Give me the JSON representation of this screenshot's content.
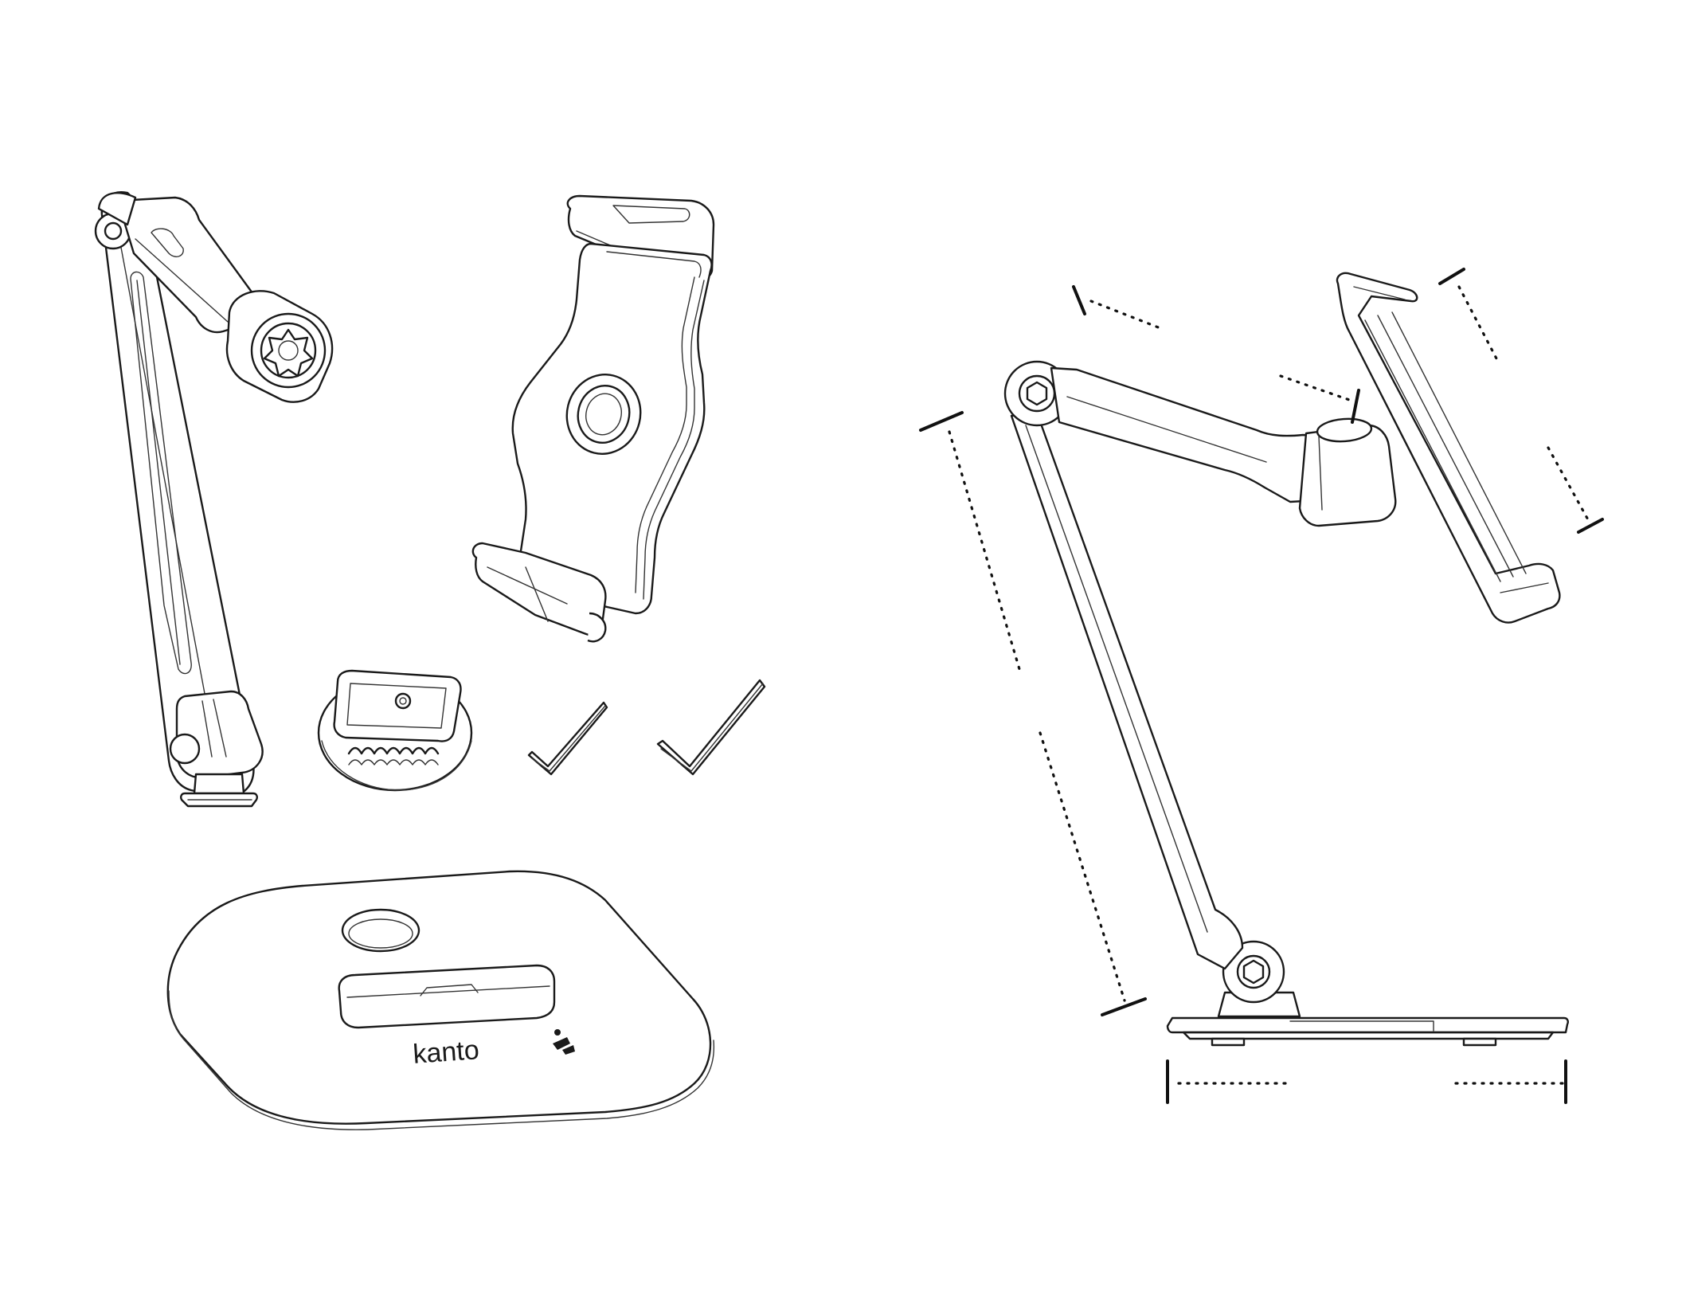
{
  "figure": {
    "parts": [
      {
        "name": "articulating-arm"
      },
      {
        "name": "tablet-holder"
      },
      {
        "name": "quick-release-plate"
      },
      {
        "name": "small-hex-key"
      },
      {
        "name": "large-hex-key"
      },
      {
        "name": "weighted-base"
      }
    ],
    "base_logo_text": "kanto",
    "colors": {
      "line": "#1a1a1a",
      "background": "#ffffff"
    }
  }
}
